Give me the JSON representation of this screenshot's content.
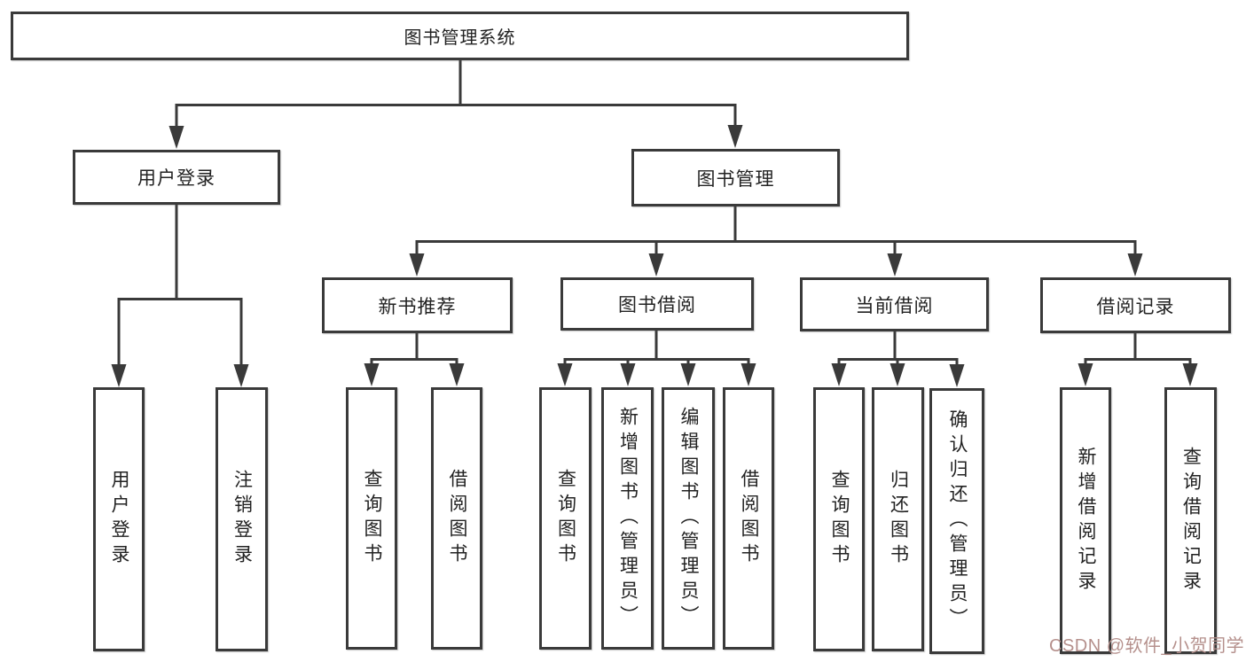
{
  "tree": {
    "root": {
      "label": "图书管理系统"
    },
    "user_login": {
      "label": "用户登录",
      "children": [
        {
          "label": "用户登录"
        },
        {
          "label": "注销登录"
        }
      ]
    },
    "book_mgmt": {
      "label": "图书管理",
      "children": [
        {
          "label": "新书推荐",
          "children": [
            {
              "label": "查询图书"
            },
            {
              "label": "借阅图书"
            }
          ]
        },
        {
          "label": "图书借阅",
          "children": [
            {
              "label": "查询图书"
            },
            {
              "label": "新增图书（管理员）"
            },
            {
              "label": "编辑图书（管理员）"
            },
            {
              "label": "借阅图书"
            }
          ]
        },
        {
          "label": "当前借阅",
          "children": [
            {
              "label": "查询图书"
            },
            {
              "label": "归还图书"
            },
            {
              "label": "确认归还（管理员）"
            }
          ]
        },
        {
          "label": "借阅记录",
          "children": [
            {
              "label": "新增借阅记录"
            },
            {
              "label": "查询借阅记录"
            }
          ]
        }
      ]
    }
  },
  "watermark": {
    "text": "CSDN @软件_小贺同学",
    "color": "#b5908c"
  },
  "colors": {
    "line": "#3a3a3a",
    "box_border": "#3a3a3a",
    "text": "#222222",
    "background": "#ffffff"
  }
}
